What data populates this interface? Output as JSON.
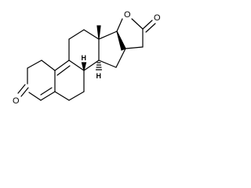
{
  "molecule": {
    "atoms": {
      "ketone_oxygen": "O",
      "ring_oxygen": "O",
      "lactone_carbonyl_oxygen": "O",
      "hydrogen_c8": "H",
      "hydrogen_c14": "H"
    },
    "colors": {
      "bond": "#000000",
      "background": "#ffffff"
    }
  }
}
